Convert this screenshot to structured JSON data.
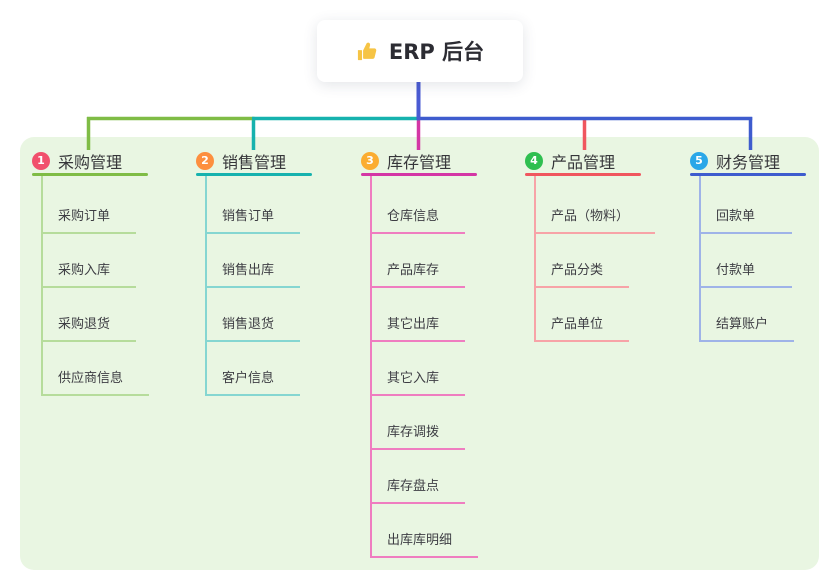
{
  "root": {
    "icon": "thumbs-up-icon",
    "label": "ERP 后台"
  },
  "colors": {
    "page_bg": "#ffffff",
    "panel_bg": "#e9f6e2",
    "root_line": "#4a5bd3",
    "connector_left": "#7fbc45",
    "connector_mid": "#16b2ae",
    "connector_right": "#3e5cce"
  },
  "branches": [
    {
      "badge": "1",
      "badge_color": "#f1506c",
      "label": "采购管理",
      "line_color": "#7fbc45",
      "child_line_color": "#b6dc9b",
      "children": [
        "采购订单",
        "采购入库",
        "采购退货",
        "供应商信息"
      ]
    },
    {
      "badge": "2",
      "badge_color": "#fd8f3f",
      "label": "销售管理",
      "line_color": "#16b2ae",
      "child_line_color": "#85d6d1",
      "children": [
        "销售订单",
        "销售出库",
        "销售退货",
        "客户信息"
      ]
    },
    {
      "badge": "3",
      "badge_color": "#fbad31",
      "label": "库存管理",
      "line_color": "#d436a5",
      "child_line_color": "#ef7dc0",
      "children": [
        "仓库信息",
        "产品库存",
        "其它出库",
        "其它入库",
        "库存调拨",
        "库存盘点",
        "出库库明细"
      ]
    },
    {
      "badge": "4",
      "badge_color": "#2fbf50",
      "label": "产品管理",
      "line_color": "#f0565e",
      "child_line_color": "#f7a3a7",
      "children": [
        "产品（物料）",
        "产品分类",
        "产品单位"
      ]
    },
    {
      "badge": "5",
      "badge_color": "#2aa7e8",
      "label": "财务管理",
      "line_color": "#3e5cce",
      "child_line_color": "#9fb3e8",
      "children": [
        "回款单",
        "付款单",
        "结算账户"
      ]
    }
  ]
}
